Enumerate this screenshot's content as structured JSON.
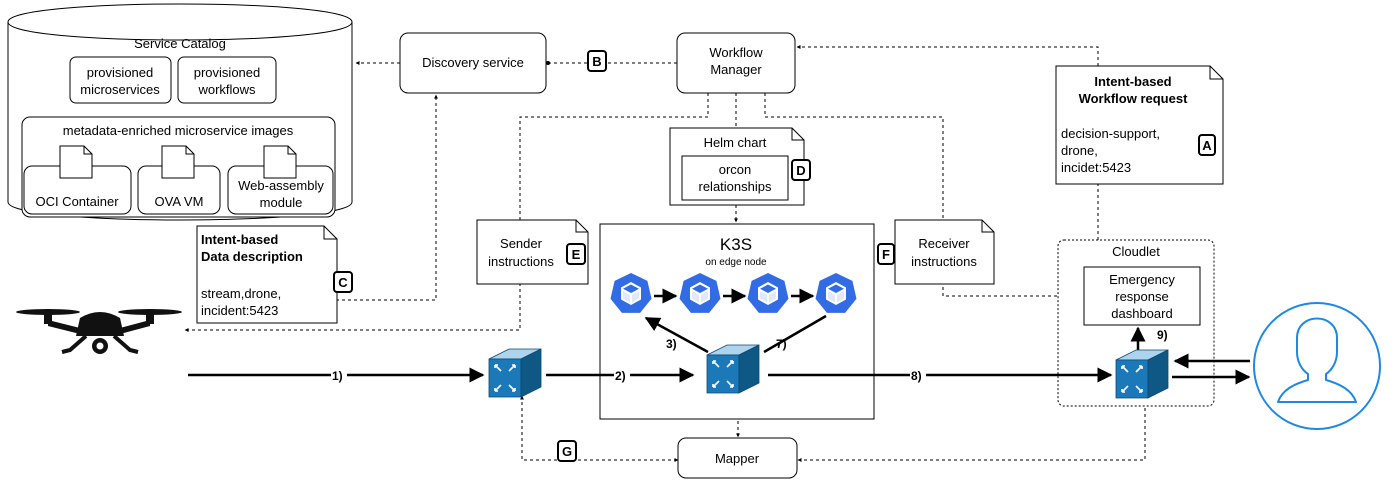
{
  "service_catalog": {
    "title": "Service Catalog",
    "prov_microservices": [
      "provisioned",
      "microservices"
    ],
    "prov_workflows": [
      "provisioned",
      "workflows"
    ],
    "images_title": "metadata-enriched microservice images",
    "oci": "OCI Container",
    "ova": "OVA VM",
    "wasm": [
      "Web-assembly",
      "module"
    ]
  },
  "discovery_service": "Discovery service",
  "workflow_manager": [
    "Workflow",
    "Manager"
  ],
  "helm": {
    "title": "Helm chart",
    "orcon": [
      "orcon",
      "relationships"
    ]
  },
  "intent_data": {
    "title": [
      "Intent-based",
      "Data description"
    ],
    "body": [
      "stream,drone,",
      "incident:5423"
    ]
  },
  "intent_workflow": {
    "title": [
      "Intent-based",
      "Workflow request"
    ],
    "body": [
      "decision-support,",
      "drone,",
      "incidet:5423"
    ]
  },
  "sender": [
    "Sender",
    "instructions"
  ],
  "receiver": [
    "Receiver",
    "instructions"
  ],
  "k3s": {
    "title": "K3S",
    "subtitle": "on edge node"
  },
  "cloudlet": {
    "title": "Cloudlet",
    "dashboard": [
      "Emergency",
      "response",
      "dashboard"
    ]
  },
  "mapper": "Mapper",
  "badges": {
    "a": "A",
    "b": "B",
    "c": "C",
    "d": "D",
    "e": "E",
    "f": "F",
    "g": "G"
  },
  "flows": {
    "f1": "1)",
    "f2": "2)",
    "f3": "3)",
    "f7": "7)",
    "f8": "8)",
    "f9": "9)"
  },
  "colors": {
    "switch_top": "#aed3ec",
    "switch_front": "#1c79b9",
    "switch_side": "#0f5886",
    "k8s_blue": "#326ce5",
    "user_blue": "#1e88e5"
  },
  "icons": [
    "drone-icon",
    "switch-icon",
    "kubernetes-pod-icon",
    "user-icon"
  ]
}
